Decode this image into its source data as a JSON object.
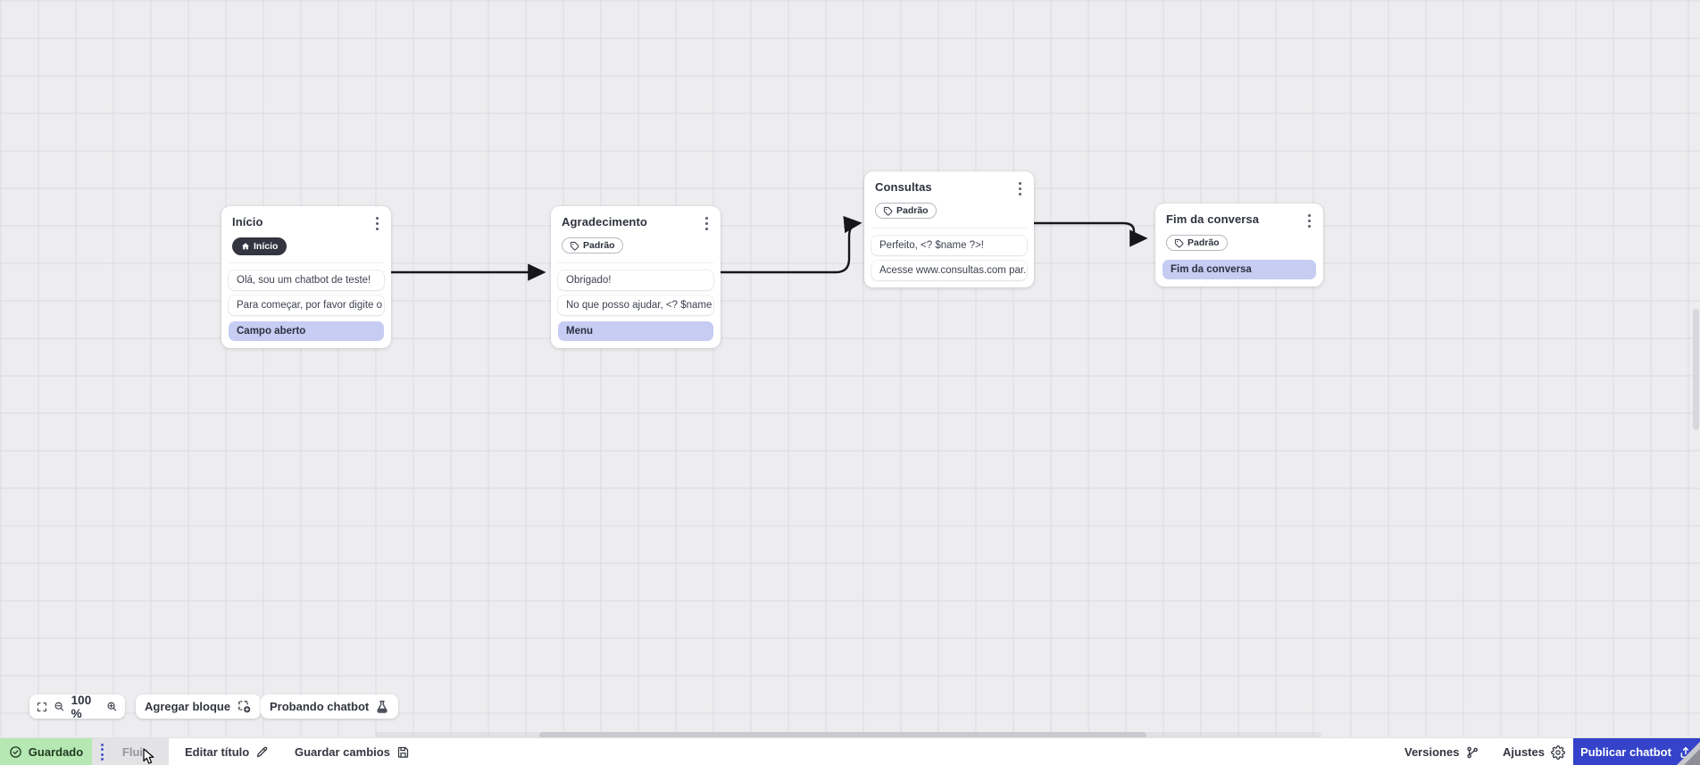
{
  "canvas": {
    "nodes": [
      {
        "title": "Início",
        "badge": "Início",
        "badge_icon": "home",
        "messages": [
          "Olá, sou um chatbot de teste!",
          "Para começar, por favor digite o ..."
        ],
        "button": "Campo aberto"
      },
      {
        "title": "Agradecimento",
        "badge": "Padrão",
        "badge_icon": "tag",
        "messages": [
          "Obrigado!",
          "No que posso ajudar, <? $name ..."
        ],
        "button": "Menu"
      },
      {
        "title": "Consultas",
        "badge": "Padrão",
        "badge_icon": "tag",
        "messages": [
          "Perfeito, <? $name ?>!",
          "Acesse www.consultas.com par..."
        ]
      },
      {
        "title": "Fim da conversa",
        "badge": "Padrão",
        "badge_icon": "tag",
        "messages": [],
        "button": "Fim da conversa"
      }
    ]
  },
  "toolbar": {
    "zoom_value": "100 %",
    "add_block": "Agregar bloque",
    "test_chatbot": "Probando chatbot"
  },
  "statusbar": {
    "saved": "Guardado",
    "flow_tab": "Fluir",
    "edit_title": "Editar título",
    "save_changes": "Guardar cambios",
    "versions": "Versiones",
    "settings": "Ajustes",
    "publish": "Publicar chatbot"
  },
  "colors": {
    "canvas_bg": "#ededef",
    "node_bg": "#ffffff",
    "button_lavender": "#c6ccf2",
    "badge_dark": "#343541",
    "saved_green_bg": "#b5e8b2",
    "publish_blue": "#3443c9",
    "handle_indigo": "#4656c9",
    "edge_black": "#17171a"
  }
}
